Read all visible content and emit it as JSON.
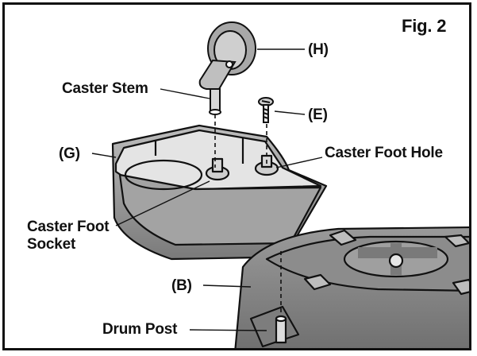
{
  "figure": {
    "label": "Fig. 2",
    "parts": {
      "h": "(H)",
      "caster_stem": "Caster Stem",
      "e": "(E)",
      "g": "(G)",
      "caster_foot_hole": "Caster Foot Hole",
      "caster_foot_socket_line1": "Caster Foot",
      "caster_foot_socket_line2": "Socket",
      "b": "(B)",
      "drum_post": "Drum Post"
    },
    "colors": {
      "ink": "#111111",
      "shade": "#9a9a9a",
      "light": "#d8d8d8",
      "paper": "#ffffff"
    }
  }
}
